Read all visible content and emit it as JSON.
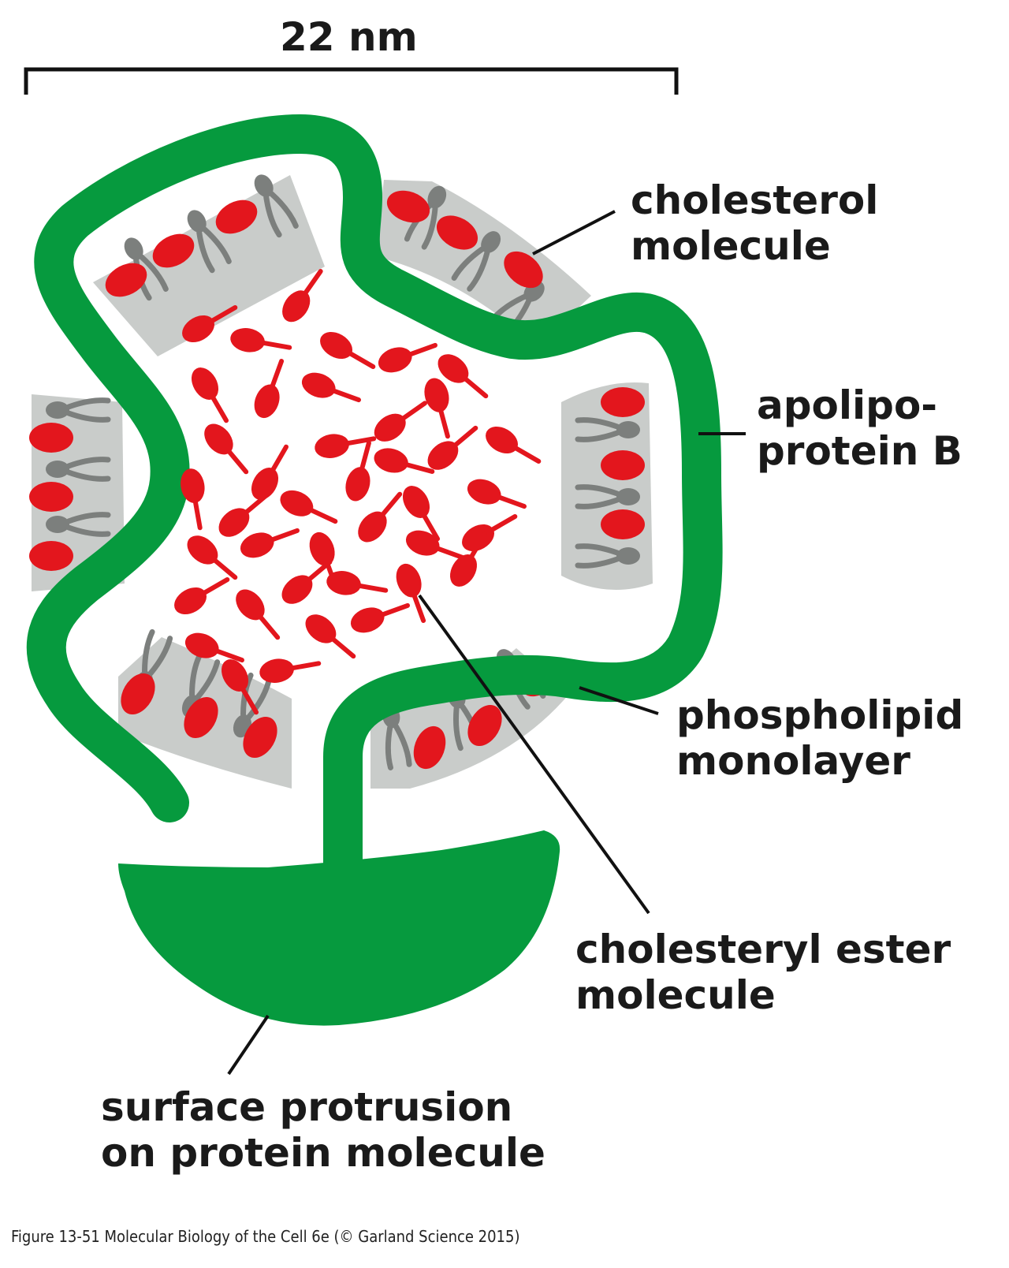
{
  "scale_bar": {
    "label": "22 nm"
  },
  "labels": {
    "cholesterol": [
      "cholesterol",
      "molecule"
    ],
    "apolipoprotein": [
      "apolipo-",
      "protein B"
    ],
    "phospholipid": [
      "phospholipid",
      "monolayer"
    ],
    "ester": [
      "cholesteryl ester",
      "molecule"
    ],
    "protrusion": [
      "surface protrusion",
      "on protein molecule"
    ]
  },
  "caption": "Figure 13-51  Molecular Biology of the Cell 6e (© Garland Science 2015)",
  "colors": {
    "protein": "#069a3e",
    "lipid_red": "#e3161d",
    "monolayer_bg": "#c9ccca",
    "tail_gray": "#7c7f7d",
    "leader": "#111111"
  }
}
